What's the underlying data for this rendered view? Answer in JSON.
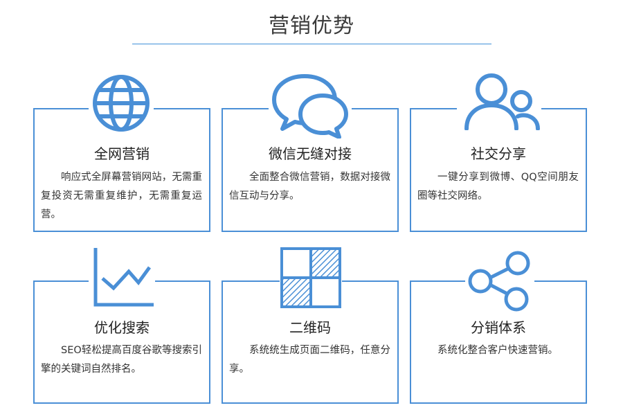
{
  "page": {
    "title": "营销优势",
    "accent_color": "#4a8fd6"
  },
  "cards": [
    {
      "title": "全网营销",
      "icon": "globe-icon",
      "desc": "响应式全屏幕营销网站，无需重复投资无需重复维护，无需重复运营。"
    },
    {
      "title": "微信无缝对接",
      "icon": "chat-bubbles-icon",
      "desc": "全面整合微信营销，数据对接微信互动与分享。"
    },
    {
      "title": "社交分享",
      "icon": "users-icon",
      "desc": "一键分享到微博、QQ空间朋友圈等社交网络。"
    },
    {
      "title": "优化搜索",
      "icon": "line-chart-icon",
      "desc": "SEO轻松提高百度谷歌等搜索引擎的关键词自然排名。"
    },
    {
      "title": "二维码",
      "icon": "qr-code-icon",
      "desc": "系统统生成页面二维码，任意分享。"
    },
    {
      "title": "分销体系",
      "icon": "share-network-icon",
      "desc": "系统化整合客户快速营销。"
    }
  ]
}
